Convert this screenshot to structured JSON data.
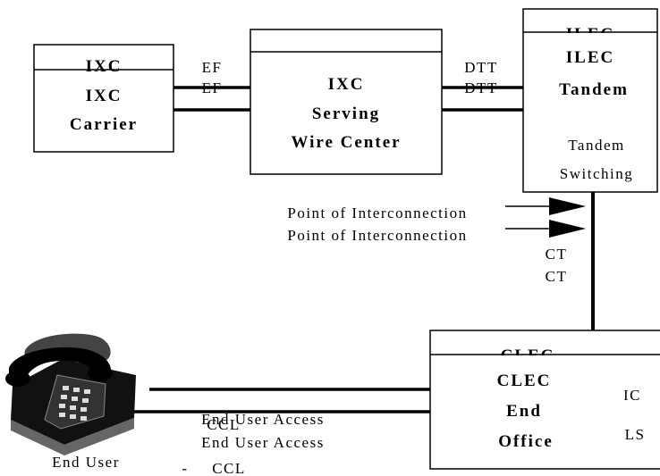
{
  "boxes": {
    "ixc_carrier": {
      "ghost": "IXC",
      "lines": [
        "IXC",
        "Carrier"
      ]
    },
    "ixc_swc": {
      "lines": [
        "IXC",
        "Serving",
        "Wire Center"
      ]
    },
    "ilec_tandem": {
      "ghost": "ILEC",
      "lines": [
        "ILEC",
        "Tandem"
      ],
      "sub": [
        "Tandem",
        "Switching"
      ]
    },
    "clec_office": {
      "ghost": "CLEC",
      "lines": [
        "CLEC",
        "End",
        "Office"
      ],
      "right": [
        "IC",
        "LS"
      ]
    }
  },
  "links": {
    "ef": [
      "EF",
      "EF"
    ],
    "dtt": [
      "DTT",
      "DTT"
    ],
    "ct": [
      "CT",
      "CT"
    ],
    "poi": [
      "Point of Interconnection",
      "Point of Interconnection"
    ],
    "end_user_access": [
      "End User Access",
      "End User Access"
    ],
    "ccl": [
      "CCL",
      "-",
      "CCL"
    ]
  },
  "end_user": {
    "label": "End User"
  }
}
